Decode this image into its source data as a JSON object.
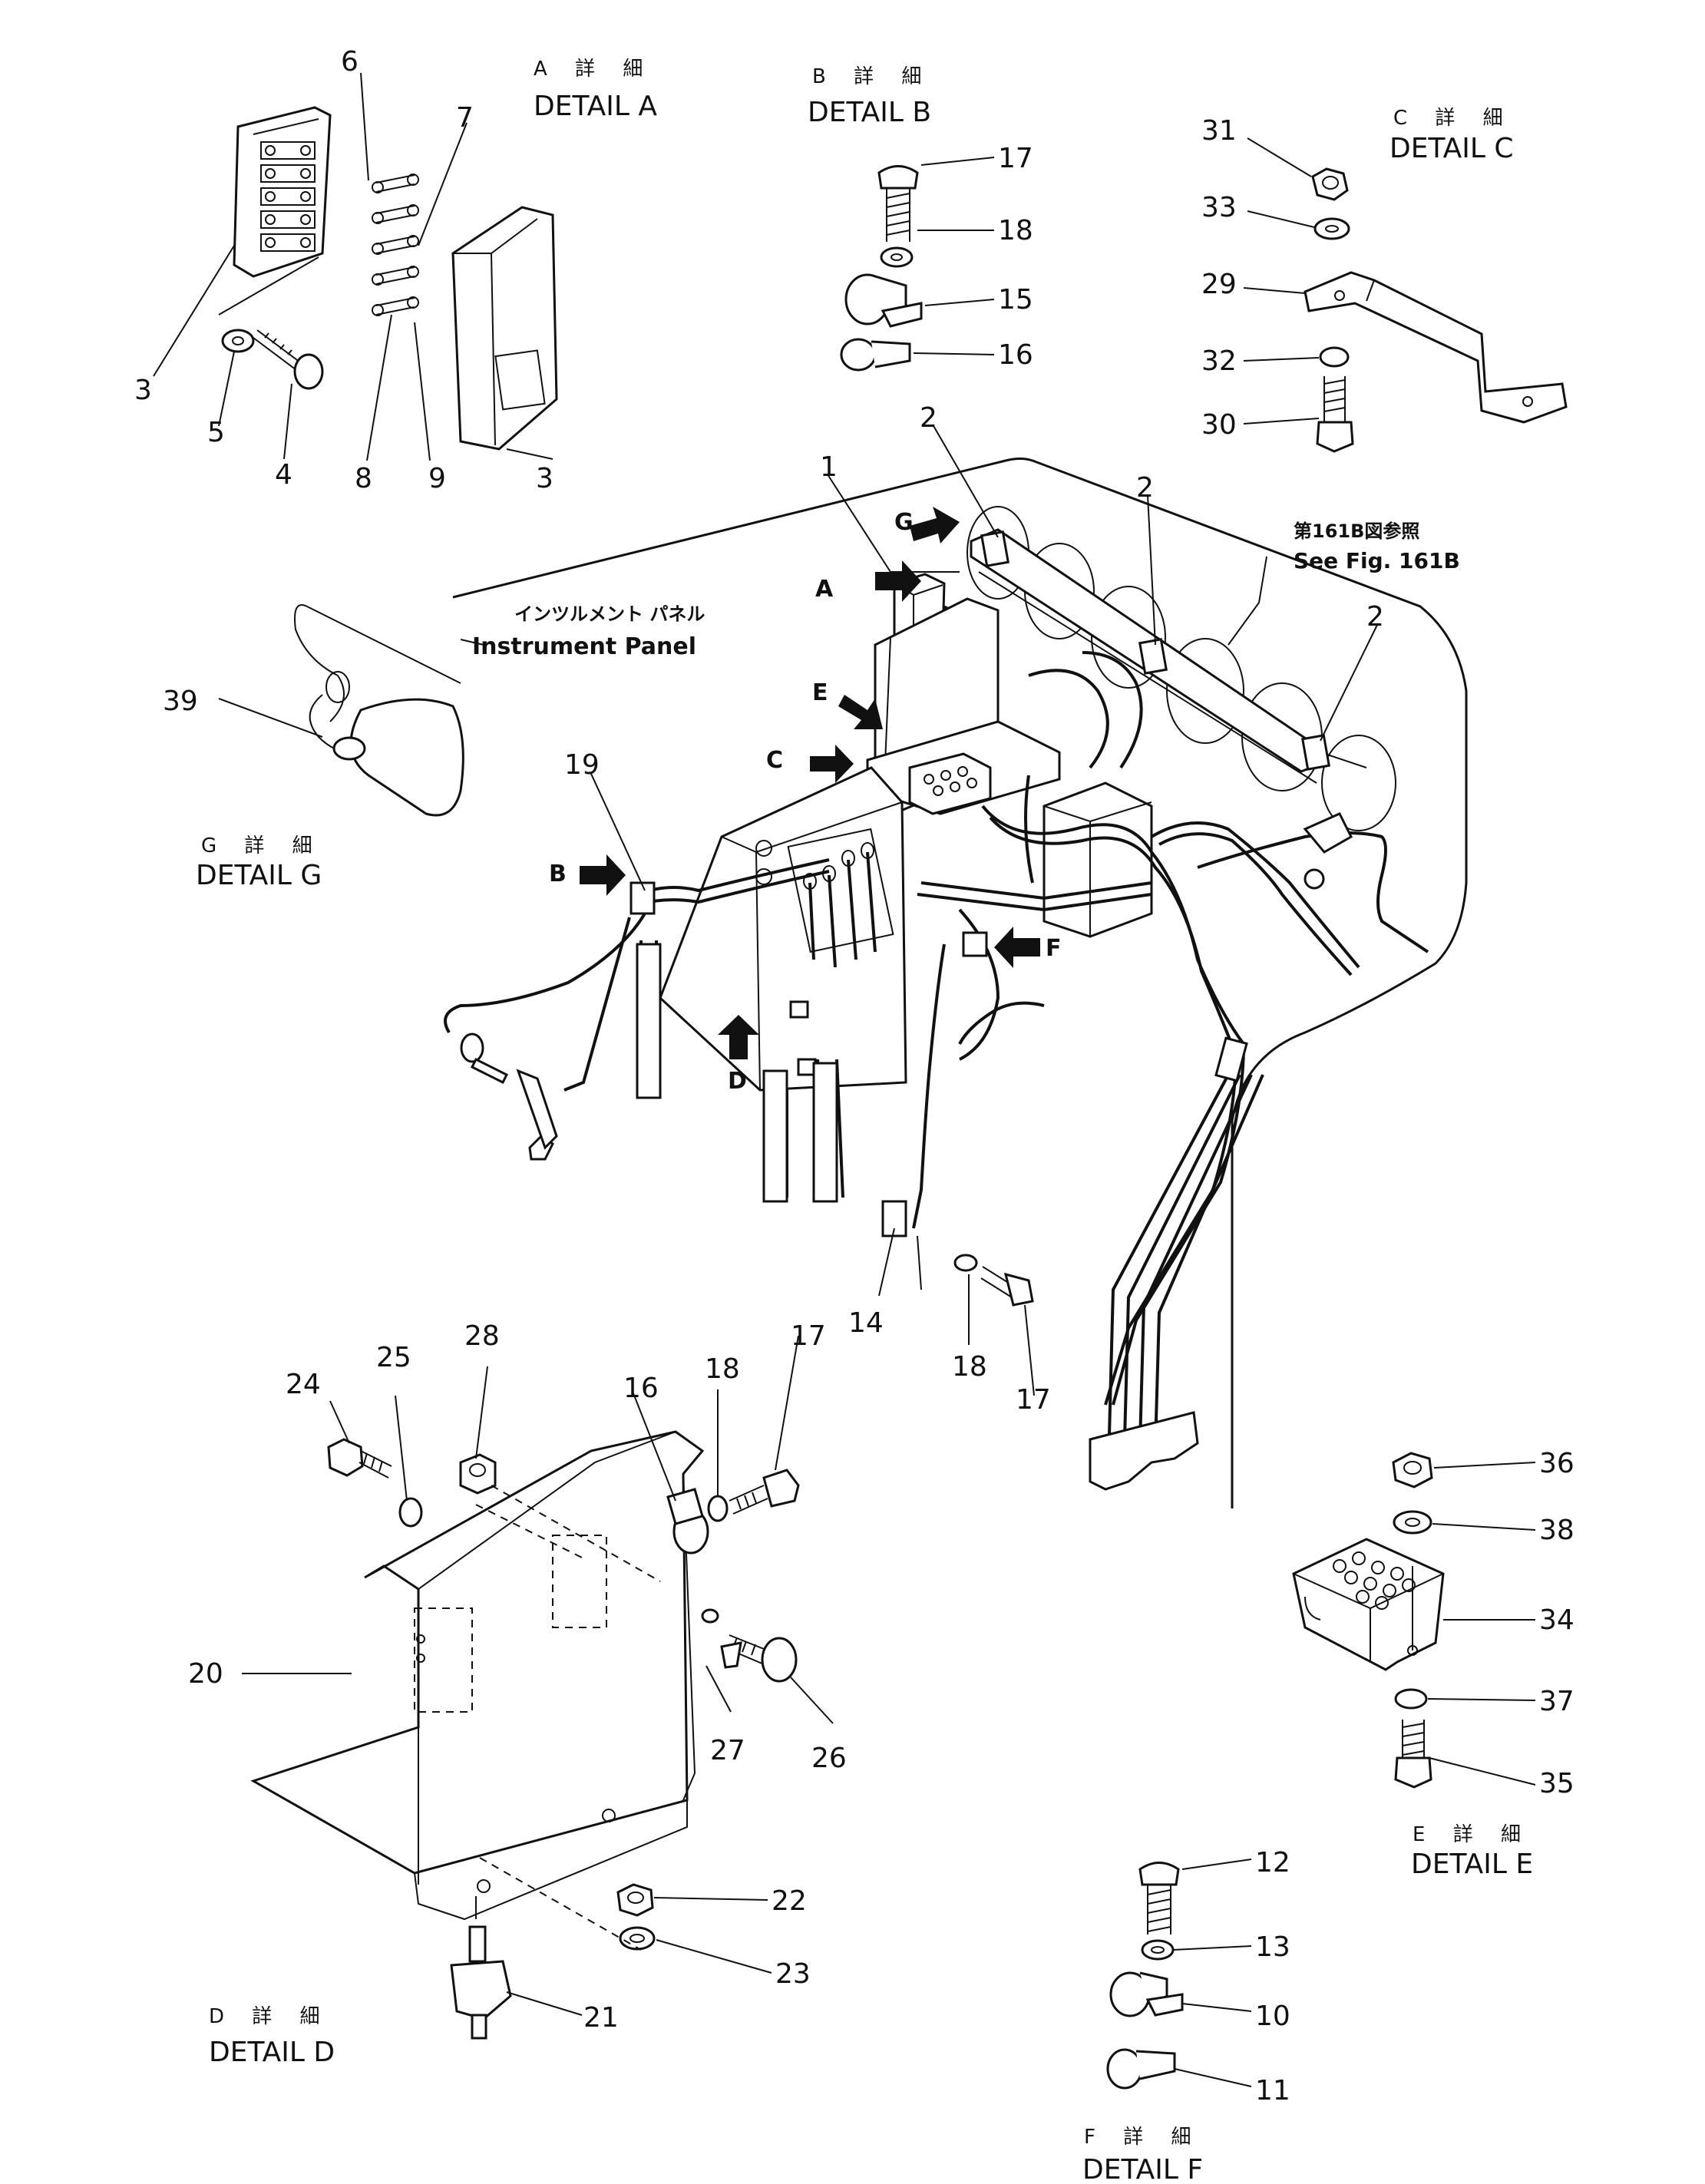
{
  "details": {
    "a": {
      "jp": "A 詳 細",
      "en": "DETAIL A"
    },
    "b": {
      "jp": "B 詳 細",
      "en": "DETAIL B"
    },
    "c": {
      "jp": "C 詳 細",
      "en": "DETAIL C"
    },
    "d": {
      "jp": "D 詳 細",
      "en": "DETAIL D"
    },
    "e": {
      "jp": "E 詳 細",
      "en": "DETAIL E"
    },
    "f": {
      "jp": "F 詳 細",
      "en": "DETAIL F"
    },
    "g": {
      "jp": "G 詳 細",
      "en": "DETAIL G"
    }
  },
  "references": {
    "instrument_panel_jp": "インツルメント パネル",
    "instrument_panel_en": "Instrument Panel",
    "see_fig_jp": "第161B図参照",
    "see_fig_en": "See Fig. 161B"
  },
  "arrows": {
    "a": "A",
    "b": "B",
    "c": "C",
    "d": "D",
    "e": "E",
    "f": "F",
    "g": "G"
  },
  "callouts": {
    "detail_a": [
      "6",
      "7",
      "3",
      "5",
      "4",
      "8",
      "9",
      "3"
    ],
    "detail_b": [
      "17",
      "18",
      "15",
      "16"
    ],
    "detail_c": [
      "31",
      "33",
      "29",
      "32",
      "30"
    ],
    "main": [
      "1",
      "2",
      "2",
      "2",
      "39",
      "19",
      "14",
      "18",
      "17"
    ],
    "detail_d": [
      "24",
      "25",
      "28",
      "16",
      "18",
      "17",
      "20",
      "27",
      "26",
      "22",
      "23",
      "21"
    ],
    "detail_e": [
      "36",
      "38",
      "34",
      "37",
      "35"
    ],
    "detail_f": [
      "12",
      "13",
      "10",
      "11"
    ]
  }
}
